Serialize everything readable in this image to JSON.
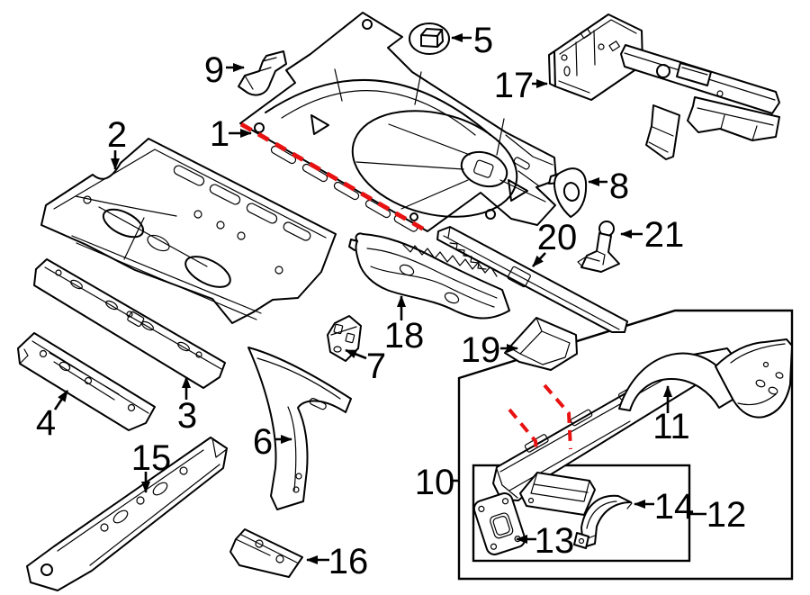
{
  "diagram": {
    "background": "#ffffff",
    "line_color": "#000000",
    "highlight_color": "#e81212",
    "callouts": [
      {
        "label": "1"
      },
      {
        "label": "2"
      },
      {
        "label": "3"
      },
      {
        "label": "4"
      },
      {
        "label": "5"
      },
      {
        "label": "6"
      },
      {
        "label": "7"
      },
      {
        "label": "8"
      },
      {
        "label": "9"
      },
      {
        "label": "10"
      },
      {
        "label": "11"
      },
      {
        "label": "12"
      },
      {
        "label": "13"
      },
      {
        "label": "14"
      },
      {
        "label": "15"
      },
      {
        "label": "16"
      },
      {
        "label": "17"
      },
      {
        "label": "18"
      },
      {
        "label": "19"
      },
      {
        "label": "20"
      },
      {
        "label": "21"
      }
    ]
  }
}
